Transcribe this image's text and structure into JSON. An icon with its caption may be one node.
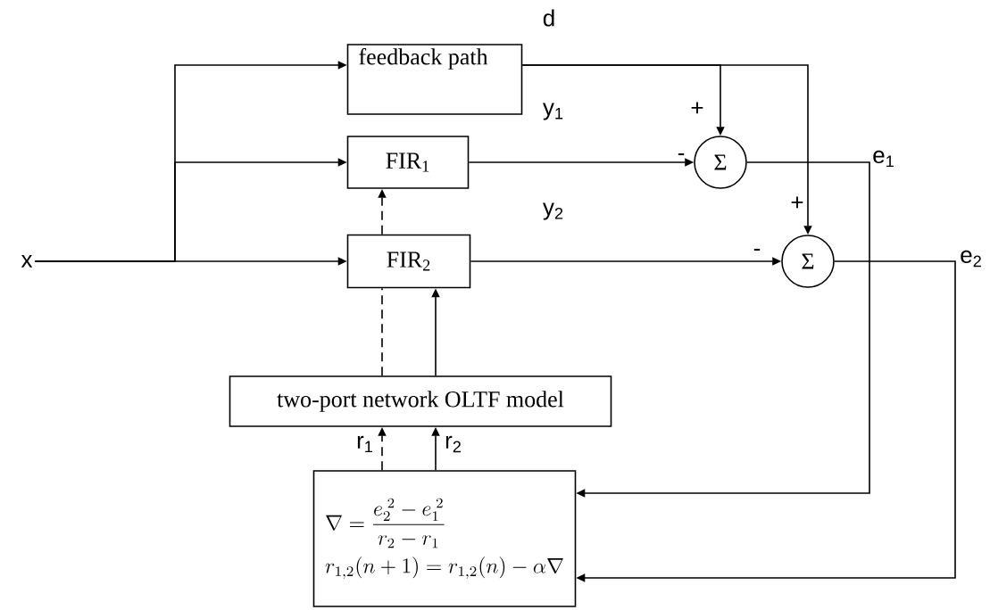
{
  "diagram": {
    "nodes": [
      {
        "text": [
          "x"
        ]
      },
      {
        "text": [
          "feedback path"
        ]
      },
      {
        "text": [
          "FIR$_{1}$"
        ]
      },
      {
        "text": [
          "FIR$_{2}$"
        ]
      },
      {
        "text": [
          "Σ"
        ]
      },
      {
        "text": [
          "Σ"
        ]
      },
      {
        "text": [
          "two-port network OLTF model"
        ]
      },
      {
        "text": [
          "\\nabla = \\dfrac{e_2^{\\;2} - e_1^{\\;2}}{r_2 - r_1}",
          "r_{1,2}(n+1) = r_{1,2}(n) - \\alpha\\nabla"
        ]
      }
    ],
    "edges": [
      {
        "from": 0,
        "to": 1,
        "arrow": "to"
      },
      {
        "from": 0,
        "to": 2,
        "arrow": "to"
      },
      {
        "from": 0,
        "to": 3,
        "arrow": "to"
      },
      {
        "from": 1,
        "to": 4,
        "arrow": "to",
        "label": "d"
      },
      {
        "from": 1,
        "to": 5,
        "arrow": "to"
      },
      {
        "from": 2,
        "to": 4,
        "arrow": "to",
        "label": "y$_{1}$"
      },
      {
        "from": 3,
        "to": 5,
        "arrow": "to",
        "label": "y$_{2}$"
      },
      {
        "from": 4,
        "to": 7,
        "arrow": "to",
        "label": "e$_{1}$"
      },
      {
        "from": 5,
        "to": 7,
        "arrow": "to",
        "label": "e$_{2}$"
      },
      {
        "from": 6,
        "to": 3,
        "arrow": "none",
        "style": "dashed"
      },
      {
        "from": 3,
        "to": 2,
        "arrow": "to",
        "style": "dashed"
      },
      {
        "from": 6,
        "to": 3,
        "arrow": "to"
      },
      {
        "from": 7,
        "to": 6,
        "arrow": "to",
        "style": "dashed",
        "label": "r$_{1}$"
      },
      {
        "from": 7,
        "to": 6,
        "arrow": "to",
        "label": "r$_{2}$"
      }
    ],
    "labels": [
      "+",
      "-",
      "+",
      "-"
    ]
  }
}
